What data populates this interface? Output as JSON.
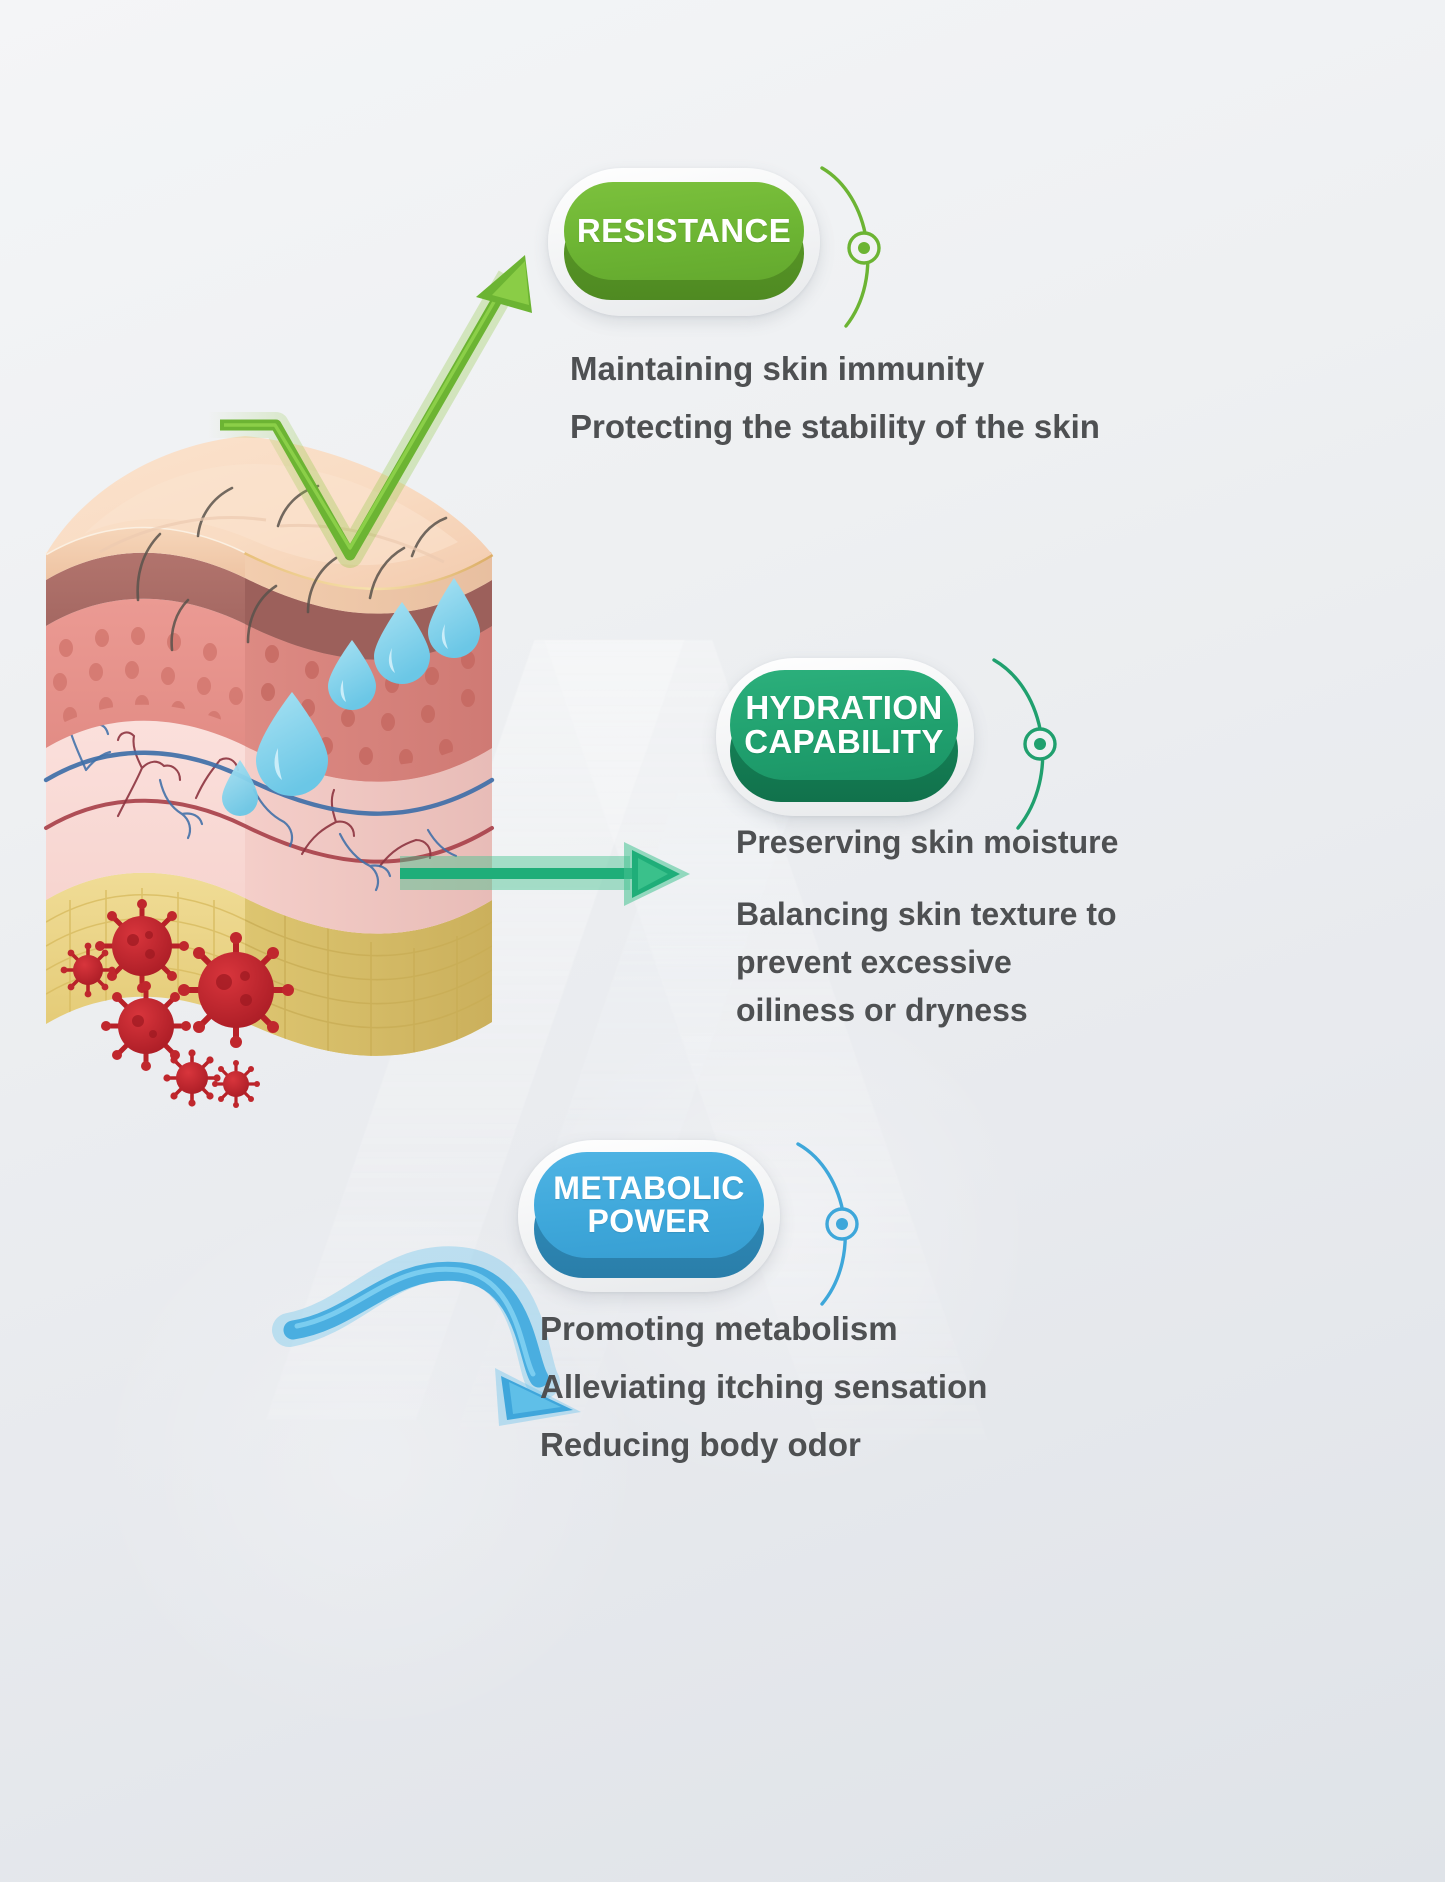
{
  "page": {
    "title": "Skin Function Infographic",
    "background_color": "#eef0f2"
  },
  "badges": [
    {
      "id": "resistance",
      "label_lines": [
        "RESISTANCE"
      ],
      "label": "RESISTANCE",
      "color": "#6cb433",
      "color_dark": "#5a9a27",
      "color_light": "#7cc13d",
      "arc_color": "#6cb433"
    },
    {
      "id": "hydration",
      "label_lines": [
        "HYDRATION",
        "CAPABILITY"
      ],
      "label": "HYDRATION CAPABILITY",
      "color": "#20a06e",
      "color_dark": "#17865a",
      "color_light": "#2cb07c",
      "arc_color": "#20a06e"
    },
    {
      "id": "metabolic",
      "label_lines": [
        "METABOLIC",
        "POWER"
      ],
      "label": "METABOLIC POWER",
      "color": "#3ea7da",
      "color_dark": "#2f8dbd",
      "color_light": "#4fb4e4",
      "arc_color": "#3ea7da"
    }
  ],
  "resistance_text": {
    "line1": "Maintaining skin immunity",
    "line2": "Protecting the stability of the skin"
  },
  "hydration_text": {
    "line1": "Preserving skin moisture",
    "line2a": "Balancing skin texture to",
    "line2b": "prevent excessive",
    "line2c": "oiliness or dryness"
  },
  "metabolic_text": {
    "line1": "Promoting metabolism",
    "line2": "Alleviating itching sensation",
    "line3": "Reducing body odor"
  },
  "illustration": {
    "name": "skin-cross-section",
    "layers": [
      {
        "name": "epidermis",
        "color": "#f7d7bd"
      },
      {
        "name": "dermis-papillary",
        "color": "#b07a74"
      },
      {
        "name": "dermis-dotted",
        "color": "#e8928c"
      },
      {
        "name": "subcutaneous-vascular",
        "color": "#f6d3cf"
      },
      {
        "name": "hypodermis",
        "color": "#e9cf7e"
      }
    ],
    "elements": [
      {
        "name": "water-droplets",
        "color": "#7fd0ea",
        "count": 5
      },
      {
        "name": "bacteria",
        "color": "#c0272d",
        "count": 6
      },
      {
        "name": "blood-vessel-vein",
        "color": "#3c6ca8"
      },
      {
        "name": "blood-vessel-artery",
        "color": "#9e3340"
      },
      {
        "name": "hair-strands",
        "color": "#55504b",
        "count": 8
      }
    ]
  },
  "arrows": [
    {
      "name": "arrow-resistance",
      "color": "#6cb433",
      "shape": "zigzag-up-right"
    },
    {
      "name": "arrow-hydration",
      "color": "#2cb07c",
      "shape": "straight-right"
    },
    {
      "name": "arrow-metabolic",
      "color": "#3ea7da",
      "shape": "curve-down-right"
    }
  ]
}
